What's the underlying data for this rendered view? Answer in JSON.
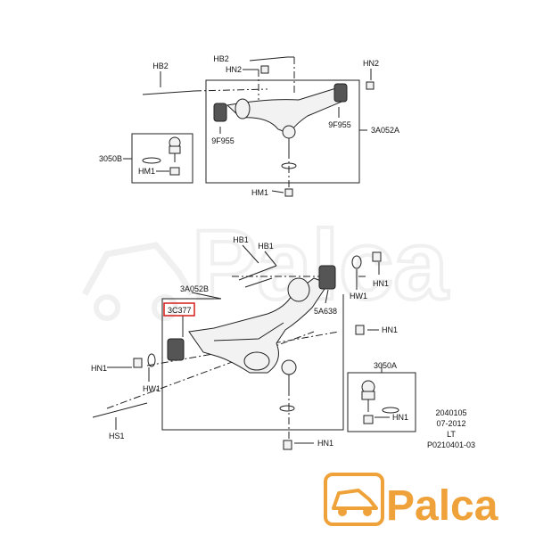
{
  "labels": {
    "hb2_a": "HB2",
    "hb2_b": "HB2",
    "hn2_a": "HN2",
    "hn2_b": "HN2",
    "n9f955_a": "9F955",
    "n9f955_b": "9F955",
    "n3a052a": "3A052A",
    "n3050b": "3050B",
    "hm1_a": "HM1",
    "hm1_b": "HM1",
    "hb1_a": "HB1",
    "hb1_b": "HB1",
    "n3a052b": "3A052B",
    "n3c377": "3C377",
    "hw1_a": "HW1",
    "hw1_b": "HW1",
    "hn1_a": "HN1",
    "hn1_b": "HN1",
    "hn1_c": "HN1",
    "hn1_d": "HN1",
    "hn1_e": "HN1",
    "n5a638": "5A638",
    "hs1": "HS1",
    "n3050a": "3050A"
  },
  "info": {
    "code": "2040105",
    "date": "07-2012",
    "side": "LT",
    "ref": "P0210401-03"
  },
  "logo": {
    "text": "Palca",
    "color": "#f0a23a",
    "watermark_text": "Palca"
  },
  "colors": {
    "highlight": "#d81a1a",
    "line": "#222222"
  }
}
